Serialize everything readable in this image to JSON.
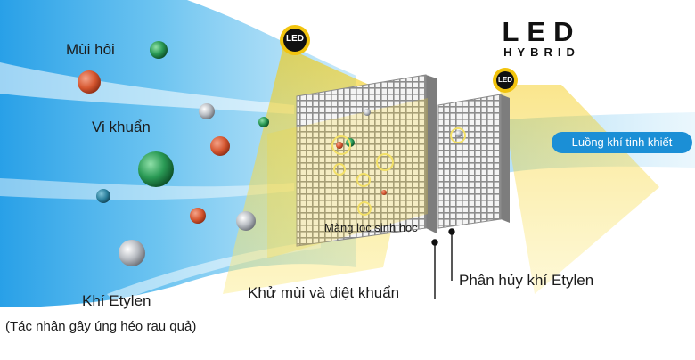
{
  "brand": {
    "line1": "LED",
    "line2": "HYBRID"
  },
  "badges": {
    "badge1": "LED",
    "badge2": "LED"
  },
  "labels": {
    "odor": "Mùi hôi",
    "bacteria": "Vi khuẩn",
    "ethylene": "Khí Etylen",
    "ethylene_note": "(Tác nhân gây úng héo rau quả)",
    "bio_filter": "Màng lọc sinh học",
    "deodorize": "Khử mùi và diệt khuẩn",
    "decompose": "Phân hủy khí Etylen",
    "pure_air": "Luồng khí tinh khiết"
  },
  "colors": {
    "air_blue": "#4fb6ec",
    "led_yellow": "#f5d21e",
    "pill_blue": "#1b8fd6",
    "filter_grey": "#9a9a9a"
  },
  "icons": [
    "led-badge-icon",
    "odor-particle-icon",
    "bacteria-particle-icon",
    "ethylene-particle-icon"
  ]
}
